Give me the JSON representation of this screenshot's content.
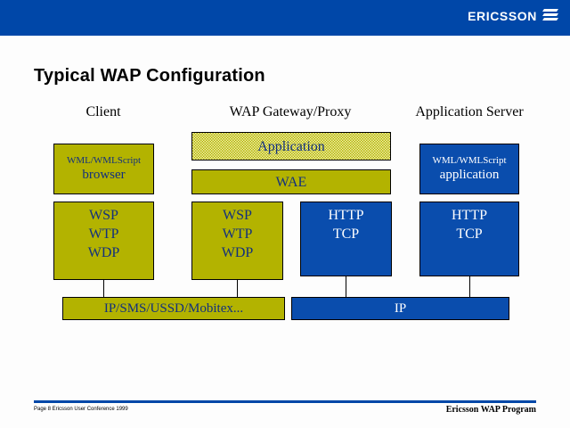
{
  "header": {
    "brand": "ERICSSON",
    "logo_icon": "ericsson-three-bars-icon",
    "bar_color": "#0047A8"
  },
  "slide": {
    "title": "Typical WAP Configuration",
    "columns": [
      {
        "label": "Client"
      },
      {
        "label": "WAP Gateway/Proxy"
      },
      {
        "label": "Application Server"
      }
    ],
    "colors": {
      "olive": "#B3B300",
      "blue": "#0A4DAD",
      "navy_text": "#12307E",
      "hatch_light": "#F2F0B0"
    },
    "boxes": {
      "client_browser": {
        "line1": "WML/WMLScript",
        "line2": "browser",
        "fill": "olive"
      },
      "wap_application": {
        "label": "Application",
        "fill": "hatched"
      },
      "wap_wae": {
        "label": "WAE",
        "fill": "olive"
      },
      "appserver_application": {
        "line1": "WML/WMLScript",
        "line2": "application",
        "fill": "blue"
      },
      "client_stack": {
        "line1": "WSP",
        "line2": "WTP",
        "line3": "WDP",
        "fill": "olive"
      },
      "wap_stack": {
        "line1": "WSP",
        "line2": "WTP",
        "line3": "WDP",
        "fill": "olive"
      },
      "wap_http": {
        "line1": "HTTP",
        "line2": "TCP",
        "fill": "blue"
      },
      "appserver_http": {
        "line1": "HTTP",
        "line2": "TCP",
        "fill": "blue"
      },
      "bearer_left": {
        "label": "IP/SMS/USSD/Mobitex...",
        "fill": "olive"
      },
      "bearer_right": {
        "label": "IP",
        "fill": "blue"
      }
    }
  },
  "footer": {
    "left": "Page 8  Ericsson User Conference 1999",
    "right": "Ericsson WAP Program"
  }
}
